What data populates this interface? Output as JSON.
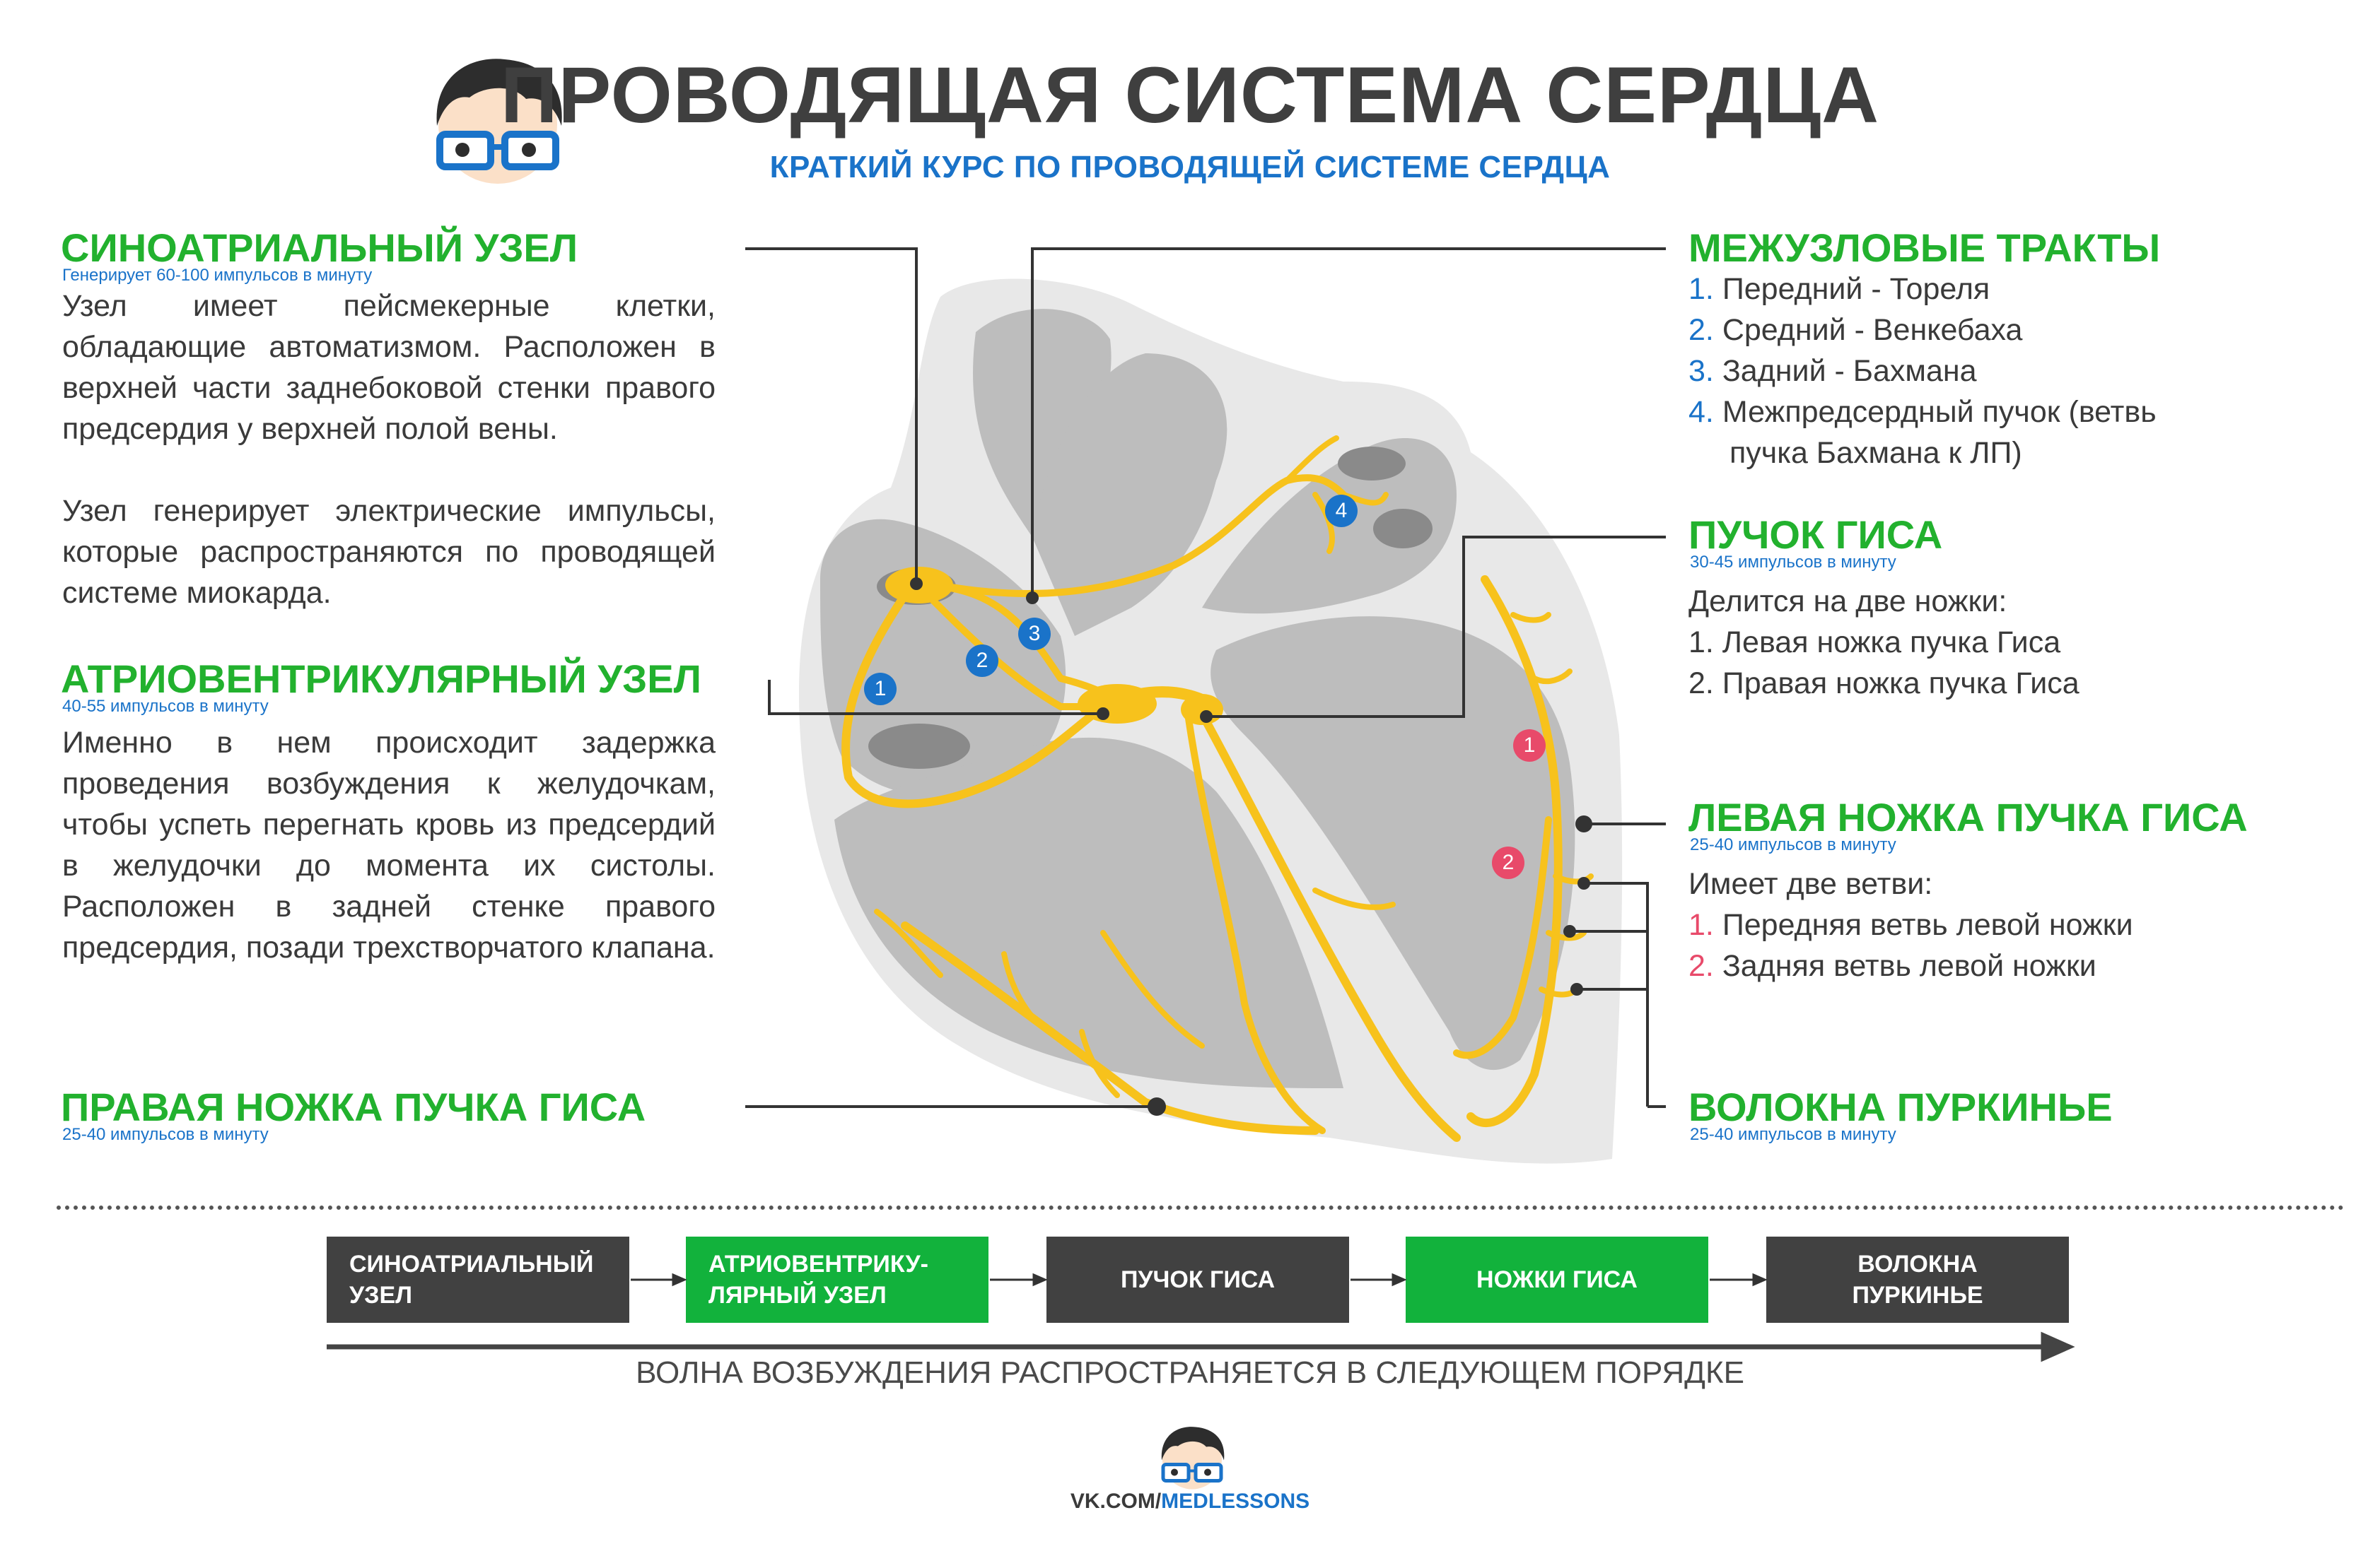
{
  "header": {
    "title": "ПРОВОДЯЩАЯ СИСТЕМА СЕРДЦА",
    "subtitle": "КРАТКИЙ КУРС ПО ПРОВОДЯЩЕЙ СИСТЕМЕ СЕРДЦА"
  },
  "sa_node": {
    "heading": "СИНОАТРИАЛЬНЫЙ УЗЕЛ",
    "rate": "Генерирует 60-100 импульсов в минуту",
    "text1": "Узел имеет пейсмекерные клетки, обладающие автоматизмом. Расположен в верхней части заднебоковой стенки правого предсердия у верхней полой вены.",
    "text2": "Узел генерирует электрические импульсы, которые распространяются по проводящей системе миокарда."
  },
  "av_node": {
    "heading": "АТРИОВЕНТРИКУЛЯРНЫЙ УЗЕЛ",
    "rate": "40-55 импульсов в минуту",
    "text": "Именно в нем происходит задержка проведения возбуждения к желудочкам, чтобы успеть перегнать кровь из предсердий в желудочки до момента их систолы. Расположен в задней стенке правого предсердия, позади трехстворчатого клапана."
  },
  "right_bundle": {
    "heading": "ПРАВАЯ НОЖКА ПУЧКА ГИСА",
    "rate": "25-40 импульсов в минуту"
  },
  "internodal": {
    "heading": "МЕЖУЗЛОВЫЕ ТРАКТЫ",
    "items": [
      {
        "num": "1.",
        "text": "Передний - Тореля"
      },
      {
        "num": "2.",
        "text": "Средний - Венкебаха"
      },
      {
        "num": "3.",
        "text": "Задний - Бахмана"
      },
      {
        "num": "4.",
        "text": "Межпредсердный пучок (ветвь"
      }
    ],
    "item4_cont": "пучка Бахмана к ЛП)"
  },
  "his_bundle": {
    "heading": "ПУЧОК ГИСА",
    "rate": "30-45 импульсов в минуту",
    "intro": "Делится на две ножки:",
    "items": [
      "1. Левая ножка пучка Гиса",
      "2. Правая ножка пучка Гиса"
    ]
  },
  "left_bundle": {
    "heading": "ЛЕВАЯ НОЖКА ПУЧКА ГИСА",
    "rate": "25-40 импульсов в минуту",
    "intro": "Имеет две ветви:",
    "items": [
      {
        "num": "1.",
        "text": "Передняя ветвь левой ножки"
      },
      {
        "num": "2.",
        "text": "Задняя ветвь левой ножки"
      }
    ]
  },
  "purkinje": {
    "heading": "ВОЛОКНА ПУРКИНЬЕ",
    "rate": "25-40 импульсов в минуту"
  },
  "diagram_markers": {
    "blue": [
      "1",
      "2",
      "3",
      "4"
    ],
    "red": [
      "1",
      "2"
    ]
  },
  "flow": {
    "steps": [
      {
        "label1": "СИНОАТРИАЛЬНЫЙ",
        "label2": "УЗЕЛ",
        "color": "dark"
      },
      {
        "label1": "АТРИОВЕНТРИКУ-",
        "label2": "ЛЯРНЫЙ УЗЕЛ",
        "color": "green"
      },
      {
        "label1": "ПУЧОК ГИСА",
        "label2": "",
        "color": "dark"
      },
      {
        "label1": "НОЖКИ ГИСА",
        "label2": "",
        "color": "green"
      },
      {
        "label1": "ВОЛОКНА",
        "label2": "ПУРКИНЬЕ",
        "color": "dark"
      }
    ],
    "caption": "ВОЛНА ВОЗБУЖДЕНИЯ РАСПРОСТРАНЯЕТСЯ В СЛЕДУЮЩЕМ ПОРЯДКЕ"
  },
  "footer": {
    "prefix": "VK.COM/",
    "handle": "MEDLESSONS"
  },
  "colors": {
    "green": "#22b12e",
    "blue": "#1a73c9",
    "red": "#e84a6a",
    "nerve": "#f7c21c",
    "dark": "#414141"
  }
}
